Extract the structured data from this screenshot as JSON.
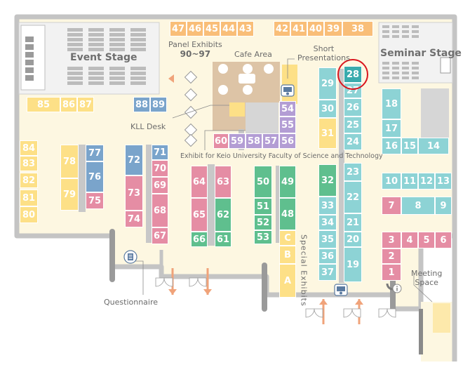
{
  "colors": {
    "floor": "#fdf7e1",
    "wall": "#c4c4c4",
    "stage": "#f2f2f2",
    "orange": "#f9be78",
    "yellow": "#fde087",
    "blue": "#7aa4cb",
    "pink": "#e58da4",
    "green": "#5fbf8e",
    "purple": "#b39dd4",
    "cyan": "#8dd3d5",
    "teal_highlight": "#3aabad",
    "cafe": "#ddc4a6",
    "gray_block": "#d6d6d6",
    "divider": "#c8c8c8",
    "arrow": "#f0a37a",
    "highlight_ring": "#d9151e"
  },
  "labels": {
    "event_stage": "Event Stage",
    "seminar_stage": "Seminar Stage",
    "panel_exhibits": "Panel Exhibits",
    "panel_range": "90~97",
    "cafe_area": "Cafe Area",
    "short_presentations": "Short\nPresentations",
    "kll_desk": "KLL Desk",
    "faculty_exhibit": "Exhibit for Keio University Faculty of Science and Technology",
    "special_exhibits": "Special Exhibits",
    "questionnaire": "Questionnaire",
    "meeting_space": "Meeting\nSpace"
  },
  "highlighted_booth": "28",
  "booths": [
    {
      "id": "47",
      "color": "orange"
    },
    {
      "id": "46",
      "color": "orange"
    },
    {
      "id": "45",
      "color": "orange"
    },
    {
      "id": "44",
      "color": "orange"
    },
    {
      "id": "43",
      "color": "orange"
    },
    {
      "id": "42",
      "color": "orange"
    },
    {
      "id": "41",
      "color": "orange"
    },
    {
      "id": "40",
      "color": "orange"
    },
    {
      "id": "39",
      "color": "orange"
    },
    {
      "id": "38",
      "color": "orange"
    },
    {
      "id": "85",
      "color": "yellow"
    },
    {
      "id": "86",
      "color": "yellow"
    },
    {
      "id": "87",
      "color": "yellow"
    },
    {
      "id": "88",
      "color": "blue"
    },
    {
      "id": "89",
      "color": "blue"
    },
    {
      "id": "84",
      "color": "yellow"
    },
    {
      "id": "83",
      "color": "yellow"
    },
    {
      "id": "82",
      "color": "yellow"
    },
    {
      "id": "81",
      "color": "yellow"
    },
    {
      "id": "80",
      "color": "yellow"
    },
    {
      "id": "78",
      "color": "yellow"
    },
    {
      "id": "79",
      "color": "yellow"
    },
    {
      "id": "77",
      "color": "blue"
    },
    {
      "id": "76",
      "color": "blue"
    },
    {
      "id": "75",
      "color": "pink"
    },
    {
      "id": "72",
      "color": "blue"
    },
    {
      "id": "73",
      "color": "pink"
    },
    {
      "id": "74",
      "color": "pink"
    },
    {
      "id": "71",
      "color": "blue"
    },
    {
      "id": "70",
      "color": "pink"
    },
    {
      "id": "69",
      "color": "pink"
    },
    {
      "id": "68",
      "color": "pink"
    },
    {
      "id": "67",
      "color": "pink"
    },
    {
      "id": "64",
      "color": "pink"
    },
    {
      "id": "65",
      "color": "pink"
    },
    {
      "id": "66",
      "color": "green"
    },
    {
      "id": "63",
      "color": "pink"
    },
    {
      "id": "62",
      "color": "green"
    },
    {
      "id": "61",
      "color": "green"
    },
    {
      "id": "60",
      "color": "pink"
    },
    {
      "id": "59",
      "color": "purple"
    },
    {
      "id": "58",
      "color": "purple"
    },
    {
      "id": "57",
      "color": "purple"
    },
    {
      "id": "56",
      "color": "purple"
    },
    {
      "id": "54",
      "color": "purple"
    },
    {
      "id": "55",
      "color": "purple"
    },
    {
      "id": "50",
      "color": "green"
    },
    {
      "id": "51",
      "color": "green"
    },
    {
      "id": "52",
      "color": "green"
    },
    {
      "id": "53",
      "color": "green"
    },
    {
      "id": "49",
      "color": "green"
    },
    {
      "id": "48",
      "color": "green"
    },
    {
      "id": "C",
      "color": "yellow"
    },
    {
      "id": "B",
      "color": "yellow"
    },
    {
      "id": "A",
      "color": "yellow"
    },
    {
      "id": "29",
      "color": "cyan"
    },
    {
      "id": "30",
      "color": "cyan"
    },
    {
      "id": "31",
      "color": "yellow"
    },
    {
      "id": "28",
      "color": "teal_highlight"
    },
    {
      "id": "27",
      "color": "cyan"
    },
    {
      "id": "26",
      "color": "cyan"
    },
    {
      "id": "25",
      "color": "cyan"
    },
    {
      "id": "24",
      "color": "cyan"
    },
    {
      "id": "32",
      "color": "green"
    },
    {
      "id": "33",
      "color": "cyan"
    },
    {
      "id": "34",
      "color": "cyan"
    },
    {
      "id": "35",
      "color": "cyan"
    },
    {
      "id": "36",
      "color": "cyan"
    },
    {
      "id": "37",
      "color": "cyan"
    },
    {
      "id": "23",
      "color": "cyan"
    },
    {
      "id": "22",
      "color": "cyan"
    },
    {
      "id": "21",
      "color": "cyan"
    },
    {
      "id": "20",
      "color": "cyan"
    },
    {
      "id": "19",
      "color": "cyan"
    },
    {
      "id": "18",
      "color": "cyan"
    },
    {
      "id": "17",
      "color": "cyan"
    },
    {
      "id": "16",
      "color": "cyan"
    },
    {
      "id": "15",
      "color": "cyan"
    },
    {
      "id": "14",
      "color": "cyan"
    },
    {
      "id": "10",
      "color": "cyan"
    },
    {
      "id": "11",
      "color": "cyan"
    },
    {
      "id": "12",
      "color": "cyan"
    },
    {
      "id": "13",
      "color": "cyan"
    },
    {
      "id": "7",
      "color": "pink"
    },
    {
      "id": "8",
      "color": "cyan"
    },
    {
      "id": "9",
      "color": "cyan"
    },
    {
      "id": "3",
      "color": "pink"
    },
    {
      "id": "4",
      "color": "pink"
    },
    {
      "id": "5",
      "color": "pink"
    },
    {
      "id": "6",
      "color": "pink"
    },
    {
      "id": "2",
      "color": "pink"
    },
    {
      "id": "1",
      "color": "pink"
    }
  ],
  "icons": {
    "short_presentations": "presenter-icon",
    "questionnaire": "clipboard-icon",
    "info": "info-icon",
    "entrance": "presenter-icon"
  }
}
